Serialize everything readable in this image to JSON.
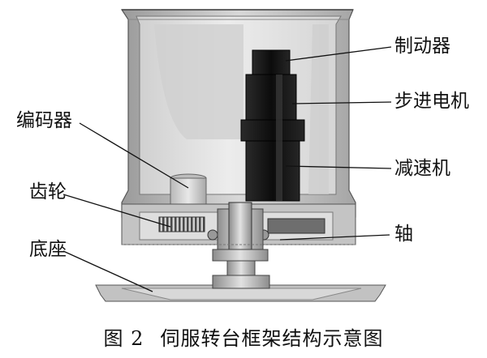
{
  "labels": {
    "brake": "制动器",
    "stepper_motor": "步进电机",
    "reducer": "减速机",
    "encoder": "编码器",
    "gear": "齿轮",
    "shaft": "轴",
    "base": "底座"
  },
  "caption": {
    "number": "图 2",
    "title": "伺服转台框架结构示意图"
  },
  "colors": {
    "housing": "#c9c9c9",
    "housing_dark": "#8a8a8a",
    "motor": "#151515",
    "interior": "#e6e6e6",
    "line": "#111111"
  }
}
